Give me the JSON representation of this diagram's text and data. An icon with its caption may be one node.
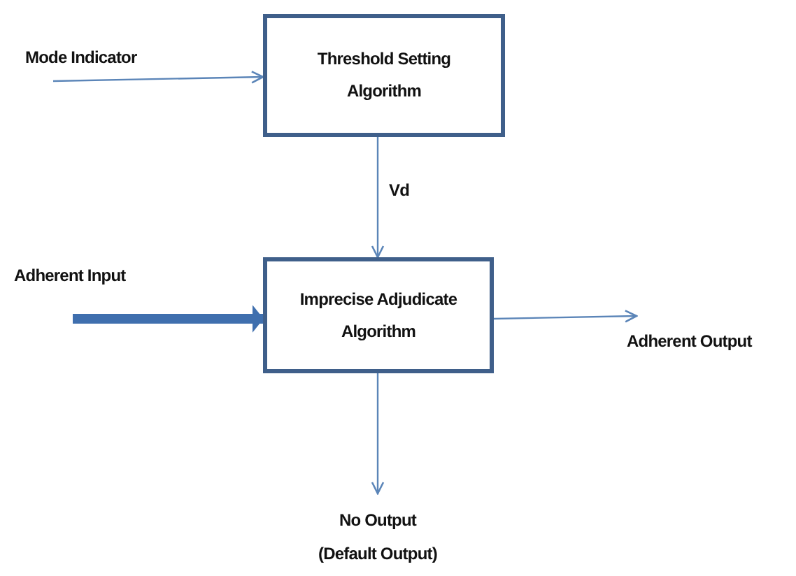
{
  "diagram": {
    "nodes": [
      {
        "text": [
          "Mode Indicator"
        ]
      },
      {
        "text": [
          "Threshold Setting Algorithm"
        ]
      },
      {
        "text": [
          "Adherent Input"
        ]
      },
      {
        "text": [
          "Imprecise Adjudicate Algorithm"
        ]
      },
      {
        "text": [
          "Adherent Output"
        ]
      },
      {
        "text": [
          "No Output",
          "(Default Output)"
        ]
      }
    ],
    "edges": [
      {
        "from": 0,
        "to": 1,
        "arrow": "to"
      },
      {
        "from": 1,
        "to": 3,
        "arrow": "to",
        "label": "Vd"
      },
      {
        "from": 2,
        "to": 3,
        "arrow": "to",
        "style": "thick"
      },
      {
        "from": 3,
        "to": 4,
        "arrow": "to"
      },
      {
        "from": 3,
        "to": 5,
        "arrow": "to"
      }
    ]
  }
}
